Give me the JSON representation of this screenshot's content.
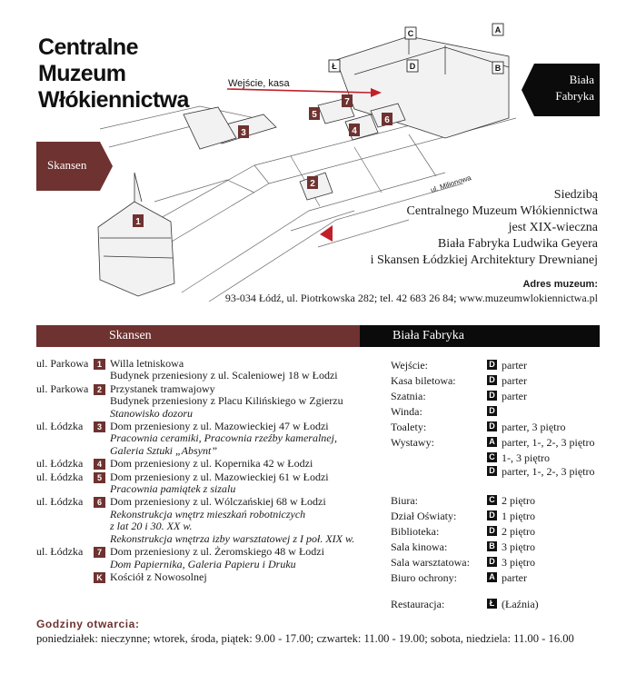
{
  "title": {
    "line1": "Centralne",
    "line2": "Muzeum",
    "line3": "Włókiennictwa"
  },
  "map": {
    "entry_label": "Wejście, kasa",
    "street_label": "ul. Milionowa",
    "skansen_tag": "Skansen",
    "biala_tag": {
      "line1": "Biała",
      "line2": "Fabryka"
    },
    "markers": [
      "1",
      "2",
      "3",
      "4",
      "5",
      "6",
      "7"
    ],
    "building_codes": [
      "A",
      "B",
      "C",
      "D",
      "Ł"
    ],
    "colors": {
      "marker": "#6e3230",
      "entry_arrow": "#c0202a",
      "code_box": "#111111"
    }
  },
  "info": {
    "lines": [
      "Siedzibą",
      "Centralnego Muzeum Włókiennictwa",
      "jest XIX-wieczna",
      "Biała Fabryka Ludwika Geyera",
      "i Skansen Łódzkiej Architektury Drewnianej"
    ],
    "address_title": "Adres muzeum:",
    "address": "93-034 Łódź, ul. Piotrkowska 282; tel. 42 683 26 84; www.muzeumwlokiennictwa.pl"
  },
  "sections": {
    "skansen": "Skansen",
    "biala": "Biała Fabryka"
  },
  "skansen": [
    {
      "street": "ul. Parkowa",
      "num": "1",
      "lines": [
        {
          "t": "Willa letniskowa",
          "i": false
        },
        {
          "t": "Budynek przeniesiony z ul. Scaleniowej 18 w Łodzi",
          "i": false
        }
      ]
    },
    {
      "street": "ul. Parkowa",
      "num": "2",
      "lines": [
        {
          "t": "Przystanek tramwajowy",
          "i": false
        },
        {
          "t": "Budynek przeniesiony z Placu Kilińskiego w Zgierzu",
          "i": false
        },
        {
          "t": "Stanowisko dozoru",
          "i": true
        }
      ]
    },
    {
      "street": "ul. Łódzka",
      "num": "3",
      "lines": [
        {
          "t": "Dom przeniesiony z ul. Mazowieckiej 47 w Łodzi",
          "i": false
        },
        {
          "t": "Pracownia ceramiki, Pracownia rzeźby kameralnej,",
          "i": true
        },
        {
          "t": "Galeria Sztuki „Absynt”",
          "i": true
        }
      ]
    },
    {
      "street": "ul. Łódzka",
      "num": "4",
      "lines": [
        {
          "t": "Dom przeniesiony z ul. Kopernika 42 w Łodzi",
          "i": false
        }
      ]
    },
    {
      "street": "ul. Łódzka",
      "num": "5",
      "lines": [
        {
          "t": "Dom przeniesiony z ul. Mazowieckiej 61 w Łodzi",
          "i": false
        },
        {
          "t": "Pracownia pamiątek z sizalu",
          "i": true
        }
      ]
    },
    {
      "street": "ul. Łódzka",
      "num": "6",
      "lines": [
        {
          "t": "Dom przeniesiony z ul. Wólczańskiej 68 w Łodzi",
          "i": false
        },
        {
          "t": "Rekonstrukcja wnętrz mieszkań robotniczych",
          "i": true
        },
        {
          "t": "z lat 20 i 30. XX w.",
          "i": true
        },
        {
          "t": "Rekonstrukcja wnętrza izby warsztatowej z I poł. XIX w.",
          "i": true
        }
      ]
    },
    {
      "street": "ul. Łódzka",
      "num": "7",
      "lines": [
        {
          "t": "Dom przeniesiony z ul. Żeromskiego 48 w Łodzi",
          "i": false
        },
        {
          "t": "Dom Papiernika, Galeria Papieru i Druku",
          "i": true
        }
      ]
    },
    {
      "street": "",
      "num": "K",
      "lines": [
        {
          "t": "Kościół z Nowosolnej",
          "i": false
        }
      ]
    }
  ],
  "biala": [
    {
      "label": "Wejście:",
      "code": "D",
      "value": "parter"
    },
    {
      "label": "Kasa biletowa:",
      "code": "D",
      "value": "parter"
    },
    {
      "label": "Szatnia:",
      "code": "D",
      "value": "parter"
    },
    {
      "label": "Winda:",
      "code": "D",
      "value": ""
    },
    {
      "label": "Toalety:",
      "code": "D",
      "value": "parter, 3 piętro"
    },
    {
      "label": "Wystawy:",
      "code": "A",
      "value": "parter, 1-, 2-, 3 piętro"
    },
    {
      "label": "",
      "code": "C",
      "value": "1-, 3 piętro",
      "sub": true
    },
    {
      "label": "",
      "code": "D",
      "value": "parter, 1-, 2-, 3 piętro",
      "sub": true
    },
    {
      "label": "Biura:",
      "code": "C",
      "value": "2 piętro",
      "gap": true
    },
    {
      "label": "Dział Oświaty:",
      "code": "D",
      "value": "1 piętro"
    },
    {
      "label": "Biblioteka:",
      "code": "D",
      "value": "2 piętro"
    },
    {
      "label": "Sala kinowa:",
      "code": "B",
      "value": "3 piętro"
    },
    {
      "label": "Sala warsztatowa:",
      "code": "D",
      "value": "3 piętro"
    },
    {
      "label": "Biuro ochrony:",
      "code": "A",
      "value": "parter"
    },
    {
      "label": "Restauracja:",
      "code": "Ł",
      "value": "(Łaźnia)",
      "gap2": true
    }
  ],
  "hours": {
    "title": "Godziny otwarcia:",
    "line": "poniedziałek: nieczynne; wtorek, środa, piątek: 9.00 - 17.00; czwartek: 11.00 - 19.00; sobota, niedziela: 11.00 - 16.00"
  }
}
